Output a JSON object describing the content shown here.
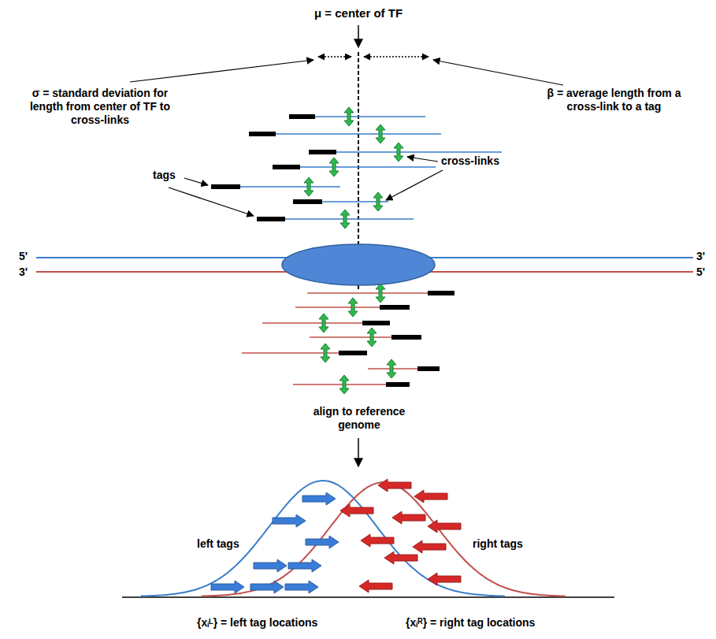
{
  "diagram": {
    "labels": [
      "μ = center of TF",
      "σ = standard deviation for length from center of TF to cross-links",
      "β = average length from a cross-link to a tag",
      "tags",
      "cross-links",
      "5'",
      "3'",
      "3'",
      "5'",
      "align to reference genome",
      "left tags",
      "right tags",
      "{xᵢᴸ} = left tag locations",
      "{xᵢᴿ} = right tag locations"
    ]
  }
}
